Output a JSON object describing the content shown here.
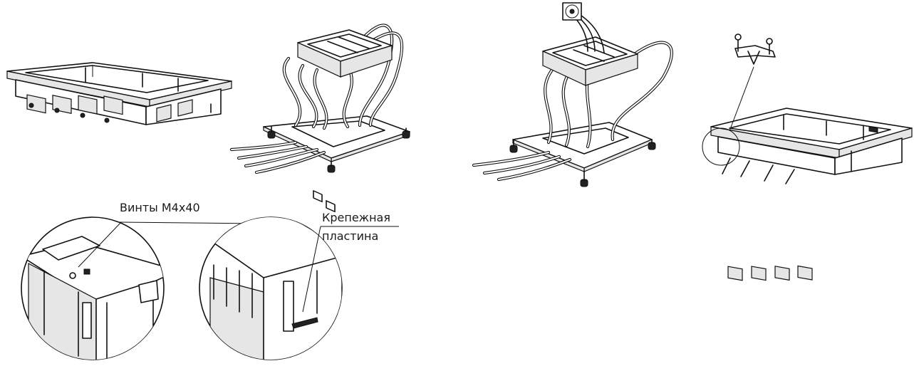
{
  "labels": {
    "screws": "Винты М4х40",
    "plate_line1": "Крепежная",
    "plate_line2": "пластина"
  },
  "colors": {
    "line": "#111111",
    "background": "#ffffff"
  }
}
